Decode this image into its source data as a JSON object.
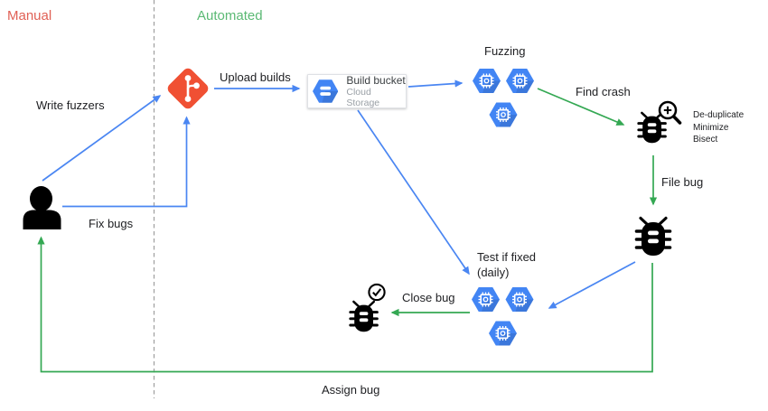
{
  "colors": {
    "arrow_blue": "#4a86f2",
    "arrow_green": "#34a853",
    "manual_red": "#e06055",
    "automated_green": "#5bb974",
    "git_red": "#f05033",
    "hex_blue": "#4285f4",
    "text_dark": "#202124",
    "text_gray": "#9aa0a6",
    "divider_gray": "#9e9e9e",
    "icon_black": "#000000"
  },
  "lanes": {
    "manual": "Manual",
    "automated": "Automated"
  },
  "labels": {
    "write_fuzzers": "Write fuzzers",
    "fix_bugs": "Fix bugs",
    "upload_builds": "Upload builds",
    "fuzzing": "Fuzzing",
    "find_crash": "Find crash",
    "file_bug": "File bug",
    "test_if_fixed": "Test if fixed",
    "test_if_fixed_note": "(daily)",
    "close_bug": "Close bug",
    "assign_bug": "Assign bug"
  },
  "nodes": {
    "build_bucket": {
      "title": "Build bucket",
      "subtitle": "Cloud Storage"
    },
    "crash_processing": {
      "steps": [
        "De-duplicate",
        "Minimize",
        "Bisect"
      ]
    }
  },
  "icons": {
    "developer": "person-icon",
    "source_repo": "git-icon",
    "build_storage": "cloud-storage-hexagon-icon",
    "fuzz_workers": "compute-hexagon-icon",
    "crash_triage": "bug-magnifier-icon",
    "filed_bug": "bug-icon",
    "fixed_bug": "bug-check-icon"
  }
}
